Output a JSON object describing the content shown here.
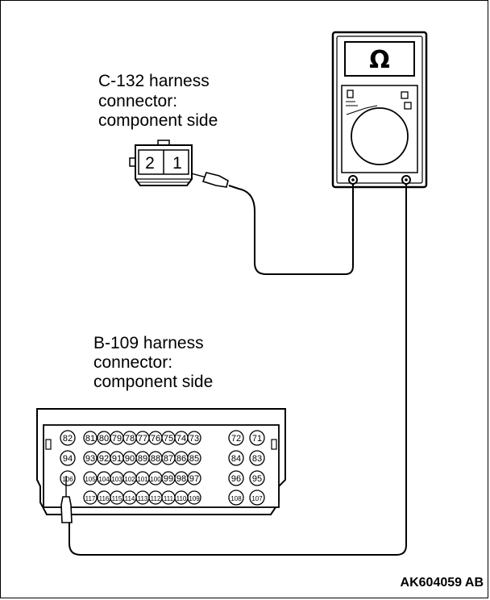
{
  "labels": {
    "c132": [
      "C-132 harness",
      "connector:",
      "component side"
    ],
    "b109": [
      "B-109 harness",
      "connector:",
      "component side"
    ]
  },
  "meter": {
    "symbol": "Ω"
  },
  "c132_pins": [
    "2",
    "1"
  ],
  "b109_rows": [
    [
      "82",
      "81",
      "80",
      "79",
      "78",
      "77",
      "76",
      "75",
      "74",
      "73",
      "72",
      "71"
    ],
    [
      "94",
      "93",
      "92",
      "91",
      "90",
      "89",
      "88",
      "87",
      "86",
      "85",
      "84",
      "83"
    ],
    [
      "106",
      "105",
      "104",
      "103",
      "102",
      "101",
      "100",
      "99",
      "98",
      "97",
      "96",
      "95"
    ],
    [
      "",
      "117",
      "116",
      "115",
      "114",
      "113",
      "112",
      "111",
      "110",
      "109",
      "108",
      "107"
    ]
  ],
  "figure_code": "AK604059 AB"
}
